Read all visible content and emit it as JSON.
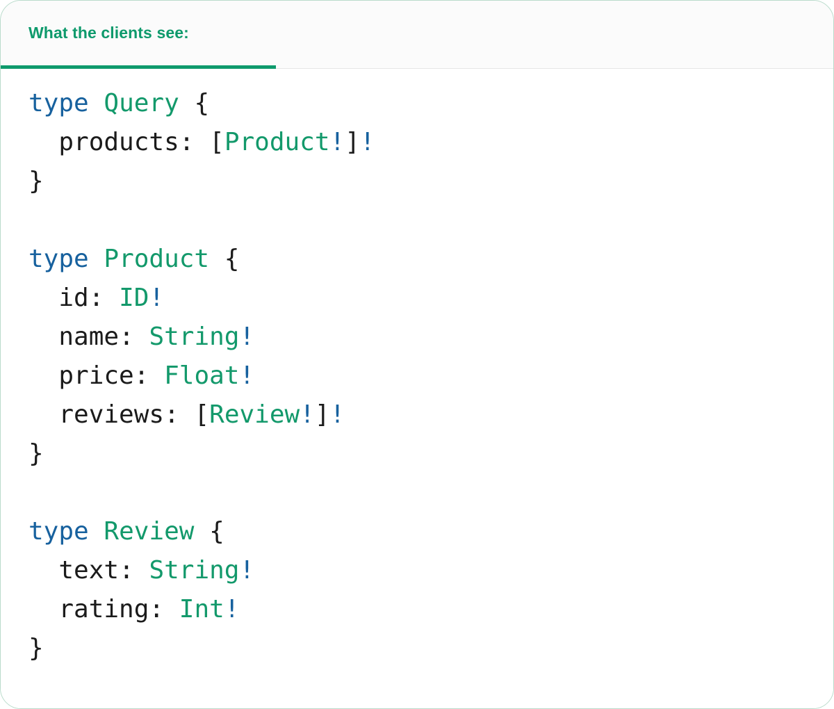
{
  "card": {
    "accent_color": "#0e9a6c",
    "border_color": "#b9dbcb",
    "header_bg": "#fbfbfb",
    "body_bg": "#ffffff"
  },
  "header": {
    "tab_label": "What the clients see:"
  },
  "code": {
    "language": "graphql",
    "colors": {
      "keyword": "#17619e",
      "type": "#13996b",
      "punctuation": "#1b1b1b",
      "field": "#1b1b1b",
      "non_null": "#17619e"
    },
    "lines": [
      {
        "id": "l1",
        "text": "type Query {"
      },
      {
        "id": "l2",
        "text": "  products: [Product!]!"
      },
      {
        "id": "l3",
        "text": "}"
      },
      {
        "id": "l4",
        "text": ""
      },
      {
        "id": "l5",
        "text": "type Product {"
      },
      {
        "id": "l6",
        "text": "  id: ID!"
      },
      {
        "id": "l7",
        "text": "  name: String!"
      },
      {
        "id": "l8",
        "text": "  price: Float!"
      },
      {
        "id": "l9",
        "text": "  reviews: [Review!]!"
      },
      {
        "id": "l10",
        "text": "}"
      },
      {
        "id": "l11",
        "text": ""
      },
      {
        "id": "l12",
        "text": "type Review {"
      },
      {
        "id": "l13",
        "text": "  text: String!"
      },
      {
        "id": "l14",
        "text": "  rating: Int!"
      },
      {
        "id": "l15",
        "text": "}"
      }
    ],
    "tokens": {
      "kw_type": "type",
      "type_query": "Query",
      "type_product": "Product",
      "type_review": "Review",
      "type_id": "ID",
      "type_string": "String",
      "type_float": "Float",
      "type_int": "Int",
      "field_products": "products",
      "field_id": "id",
      "field_name": "name",
      "field_price": "price",
      "field_reviews": "reviews",
      "field_text": "text",
      "field_rating": "rating",
      "brace_open": "{",
      "brace_close": "}",
      "bracket_open": "[",
      "bracket_close": "]",
      "colon": ":",
      "bang": "!",
      "space": " ",
      "indent": "  "
    }
  }
}
